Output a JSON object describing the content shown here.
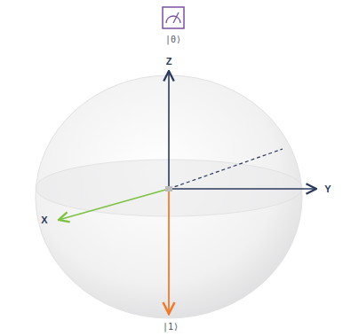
{
  "diagram": {
    "labels": [
      "|0⟩",
      "Z",
      "Y",
      "X",
      "|1⟩"
    ]
  }
}
